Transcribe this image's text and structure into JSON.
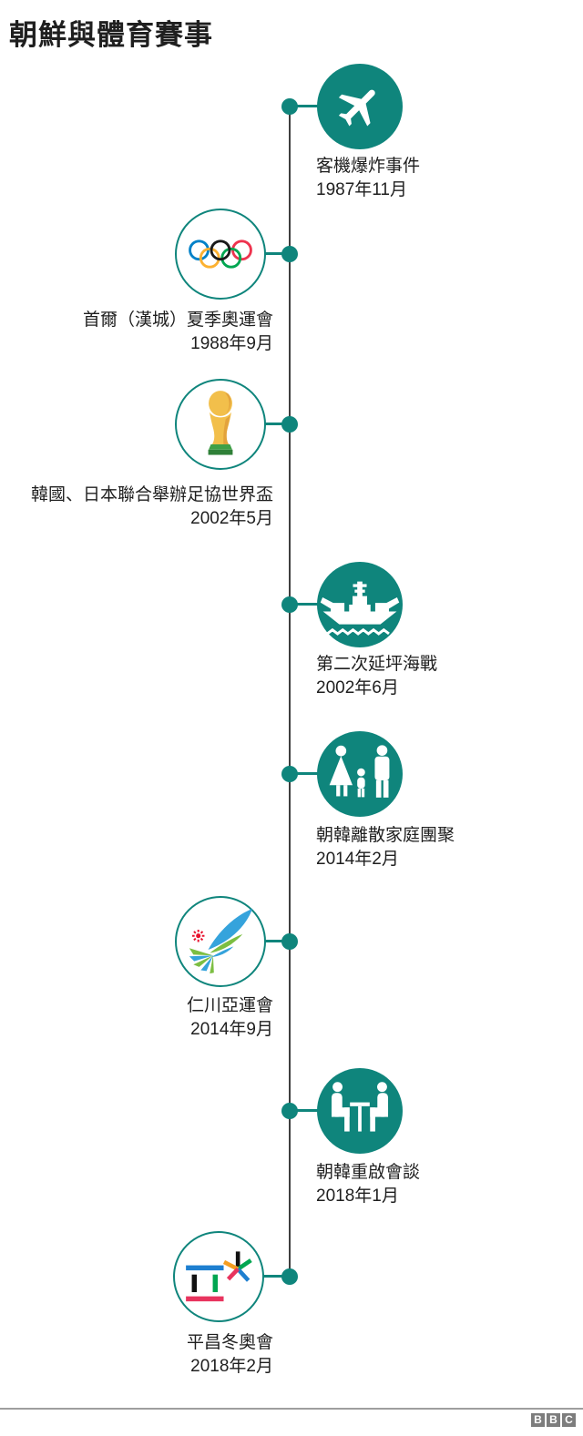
{
  "title": "朝鮮與體育賽事",
  "colors": {
    "accent_teal": "#0F857C",
    "timeline_line": "#3F3F3F",
    "text": "#1F1F1F",
    "olympic_blue": "#0081C8",
    "olympic_yellow": "#FCB131",
    "olympic_black": "#1A1A1A",
    "olympic_green": "#00A651",
    "olympic_red": "#EE334E"
  },
  "timeline": {
    "events": [
      {
        "name": "客機爆炸事件",
        "date": "1987年11月",
        "icon": "airplane-icon",
        "side": "right",
        "variant": "filled"
      },
      {
        "name": "首爾（漢城）夏季奧運會",
        "date": "1988年9月",
        "icon": "olympic-rings-icon",
        "side": "left",
        "variant": "outlined"
      },
      {
        "name": "韓國、日本聯合舉辦足協世界盃",
        "date": "2002年5月",
        "icon": "world-cup-trophy-icon",
        "side": "left",
        "variant": "outlined"
      },
      {
        "name": "第二次延坪海戰",
        "date": "2002年6月",
        "icon": "warship-icon",
        "side": "right",
        "variant": "filled"
      },
      {
        "name": "朝韓離散家庭團聚",
        "date": "2014年2月",
        "icon": "family-icon",
        "side": "right",
        "variant": "filled"
      },
      {
        "name": "仁川亞運會",
        "date": "2014年9月",
        "icon": "incheon-asian-games-logo-icon",
        "side": "left",
        "variant": "outlined"
      },
      {
        "name": "朝韓重啟會談",
        "date": "2018年1月",
        "icon": "meeting-icon",
        "side": "right",
        "variant": "filled"
      },
      {
        "name": "平昌冬奧會",
        "date": "2018年2月",
        "icon": "pyeongchang-logo-icon",
        "side": "left",
        "variant": "outlined"
      }
    ]
  },
  "footer": {
    "bbc_letters": [
      "B",
      "B",
      "C"
    ]
  }
}
